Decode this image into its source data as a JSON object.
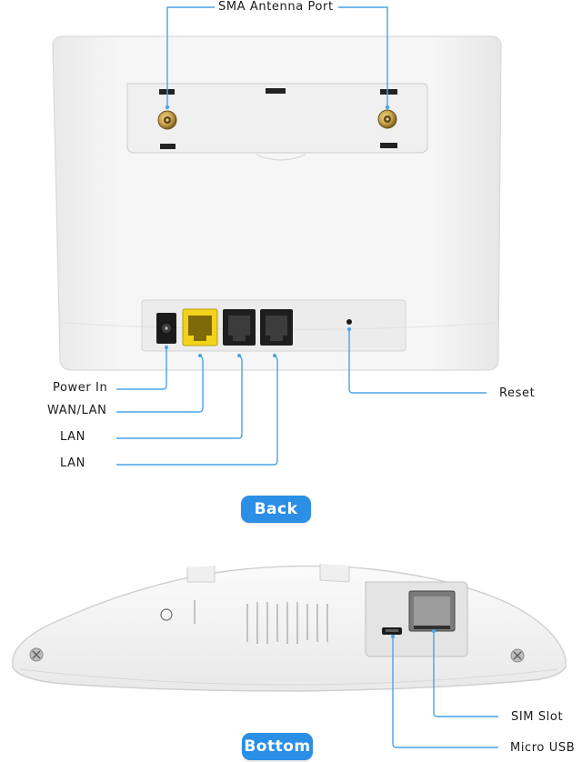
{
  "colors": {
    "leader_line": "#4aa3e6",
    "pill_bg": "#2b8fe6",
    "pill_text": "#ffffff",
    "device_body": "#f4f4f4",
    "wan_port": "#f2d31b",
    "antenna_connector": "#c9a24a"
  },
  "labels": {
    "sma_antenna_port": "SMA Antenna Port",
    "power_in": "Power In",
    "wan_lan": "WAN/LAN",
    "lan_1": "LAN",
    "lan_2": "LAN",
    "reset": "Reset",
    "sim_slot": "SIM Slot",
    "micro_usb": "Micro USB"
  },
  "sections": {
    "back": "Back",
    "bottom": "Bottom"
  }
}
